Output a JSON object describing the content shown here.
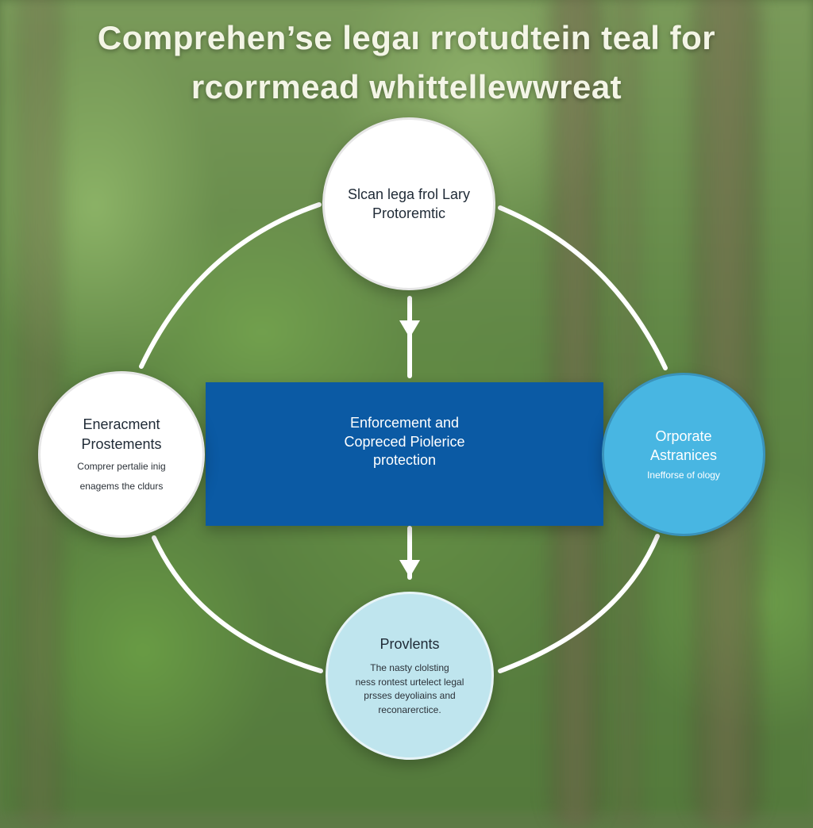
{
  "title": {
    "line1": "Comprehen’se legaı rrotudtein teal for",
    "line2": "rcorrmead whittellewwreat"
  },
  "nodes": {
    "top": {
      "line1": "Slcan lega frol Lary",
      "line2": "Protoremtic"
    },
    "left": {
      "line1": "Eneracment",
      "line2": "Prostements",
      "sub1": "Comprer pertalie inig",
      "sub2": "enagems the cldurs"
    },
    "right": {
      "line1": "Orporate",
      "line2": "Astranices",
      "sub1": "Inefforse of ology"
    },
    "bottom": {
      "line1": "Provlents",
      "sub1": "The nasty clolsting",
      "sub2": "ness rontest urtelect legal",
      "sub3": "prsses deyoliains and",
      "sub4": "reconarerctice."
    }
  },
  "center": {
    "line1": "Enforcement and",
    "line2": "Copreced Piolerice",
    "line3": "protection"
  },
  "colors": {
    "center_box": "#0b5aa4",
    "right_node": "#48b6e2",
    "bottom_node": "#bfe5ee",
    "connector": "#ffffff"
  }
}
